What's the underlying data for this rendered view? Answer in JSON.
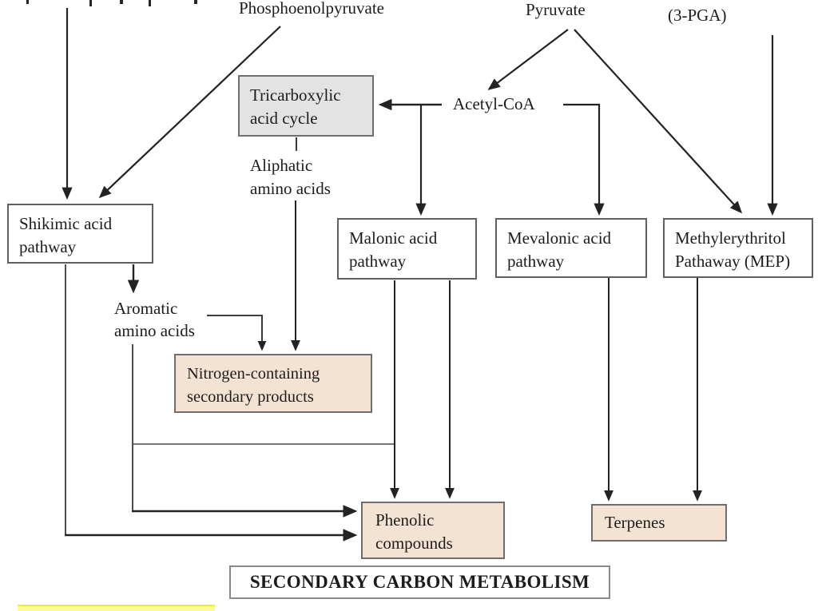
{
  "labels": {
    "phosphoenolpyruvate": "Phosphoenolpyruvate",
    "pyruvate": "Pyruvate",
    "pga": "(3-PGA)",
    "acetyl_coa": "Acetyl-CoA",
    "aliphatic_line1": "Aliphatic",
    "aliphatic_line2": "amino acids",
    "aromatic_line1": "Aromatic",
    "aromatic_line2": "amino acids"
  },
  "boxes": {
    "tca": {
      "line1": "Tricarboxylic",
      "line2": "acid cycle"
    },
    "shikimic": {
      "line1": "Shikimic acid",
      "line2": "pathway"
    },
    "malonic": {
      "line1": "Malonic acid",
      "line2": "pathway"
    },
    "mevalonic": {
      "line1": "Mevalonic acid",
      "line2": "pathway"
    },
    "mep": {
      "line1": "Methylerythritol",
      "line2": "Pathaway (MEP)"
    },
    "nitrogen": {
      "line1": "Nitrogen-containing",
      "line2": "secondary products"
    },
    "phenolic": {
      "line1": "Phenolic",
      "line2": "compounds"
    },
    "terpenes": {
      "line1": "Terpenes"
    },
    "footer": {
      "line1": "SECONDARY CARBON METABOLISM"
    }
  },
  "edges": [
    {
      "from": "unlabeled (cropped top-left)",
      "to": "Shikimic acid pathway"
    },
    {
      "from": "Phosphoenolpyruvate",
      "to": "Shikimic acid pathway"
    },
    {
      "from": "Pyruvate",
      "to": "Acetyl-CoA"
    },
    {
      "from": "Pyruvate",
      "to": "Methylerythritol Pathaway (MEP)"
    },
    {
      "from": "(3-PGA)",
      "to": "Methylerythritol Pathaway (MEP)"
    },
    {
      "from": "Acetyl-CoA",
      "to": "Tricarboxylic acid cycle"
    },
    {
      "from": "Acetyl-CoA",
      "to": "Malonic acid pathway"
    },
    {
      "from": "Acetyl-CoA",
      "to": "Mevalonic acid pathway"
    },
    {
      "from": "Tricarboxylic acid cycle",
      "to": "Aliphatic amino acids"
    },
    {
      "from": "Aliphatic amino acids",
      "to": "Nitrogen-containing secondary products"
    },
    {
      "from": "Shikimic acid pathway",
      "to": "Aromatic amino acids"
    },
    {
      "from": "Aromatic amino acids",
      "to": "Nitrogen-containing secondary products"
    },
    {
      "from": "Aromatic amino acids",
      "to": "Phenolic compounds"
    },
    {
      "from": "Shikimic acid pathway",
      "to": "Phenolic compounds"
    },
    {
      "from": "Malonic acid pathway",
      "to": "Phenolic compounds",
      "arrows": 2
    },
    {
      "from": "Mevalonic acid pathway",
      "to": "Terpenes"
    },
    {
      "from": "Methylerythritol Pathaway (MEP)",
      "to": "Terpenes"
    }
  ],
  "colors": {
    "line": "#232323",
    "box_border": "#5f5f5f",
    "tan_fill": "#f4e3d3",
    "gray_fill": "#e3e3e3",
    "highlight_yellow": "#fbfb9a"
  }
}
